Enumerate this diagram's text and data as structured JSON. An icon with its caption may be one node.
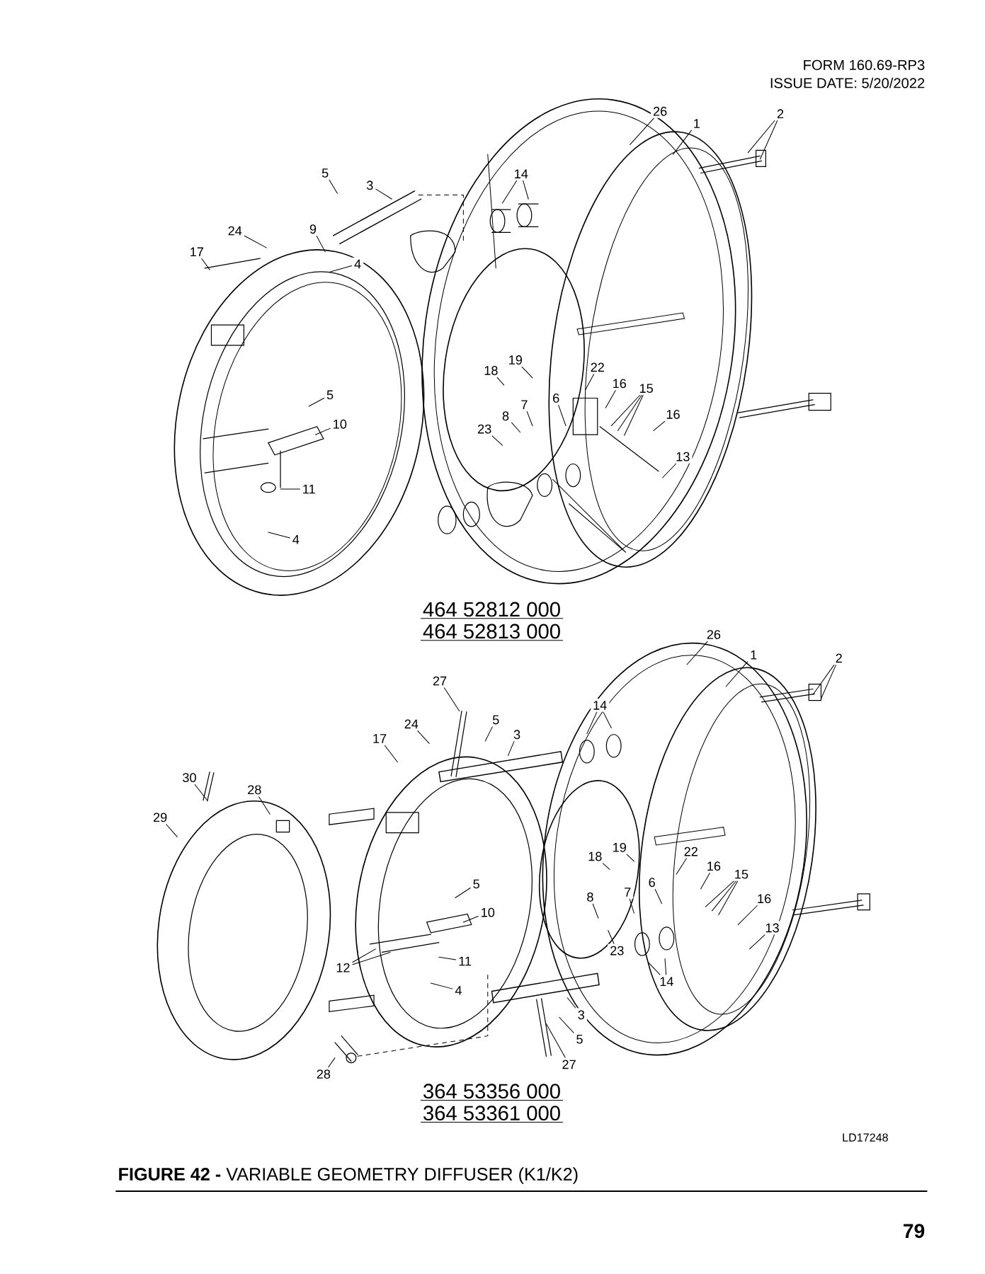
{
  "diagram": {
    "title": "**FIGURE 42 -** VARIABLE GEOMETRY DIFFUSER (K1/K2)",
    "nodes": [
      {
        "text": [
          "26"
        ]
      },
      {
        "text": [
          "1"
        ]
      },
      {
        "text": [
          "2"
        ]
      },
      {
        "text": [
          "5"
        ]
      },
      {
        "text": [
          "3"
        ]
      },
      {
        "text": [
          "14"
        ]
      },
      {
        "text": [
          "24"
        ]
      },
      {
        "text": [
          "9"
        ]
      },
      {
        "text": [
          "17"
        ]
      },
      {
        "text": [
          "4"
        ]
      },
      {
        "text": [
          "19"
        ]
      },
      {
        "text": [
          "18"
        ]
      },
      {
        "text": [
          "22"
        ]
      },
      {
        "text": [
          "16"
        ]
      },
      {
        "text": [
          "15"
        ]
      },
      {
        "text": [
          "5"
        ]
      },
      {
        "text": [
          "16"
        ]
      },
      {
        "text": [
          "7"
        ]
      },
      {
        "text": [
          "6"
        ]
      },
      {
        "text": [
          "8"
        ]
      },
      {
        "text": [
          "10"
        ]
      },
      {
        "text": [
          "23"
        ]
      },
      {
        "text": [
          "13"
        ]
      },
      {
        "text": [
          "11"
        ]
      },
      {
        "text": [
          "4"
        ]
      },
      {
        "text": [
          "26"
        ]
      },
      {
        "text": [
          "1"
        ]
      },
      {
        "text": [
          "2"
        ]
      },
      {
        "text": [
          "27"
        ]
      },
      {
        "text": [
          "14"
        ]
      },
      {
        "text": [
          "5"
        ]
      },
      {
        "text": [
          "24"
        ]
      },
      {
        "text": [
          "3"
        ]
      },
      {
        "text": [
          "17"
        ]
      },
      {
        "text": [
          "30"
        ]
      },
      {
        "text": [
          "28"
        ]
      },
      {
        "text": [
          "29"
        ]
      },
      {
        "text": [
          "19"
        ]
      },
      {
        "text": [
          "22"
        ]
      },
      {
        "text": [
          "18"
        ]
      },
      {
        "text": [
          "16"
        ]
      },
      {
        "text": [
          "15"
        ]
      },
      {
        "text": [
          "5"
        ]
      },
      {
        "text": [
          "7"
        ]
      },
      {
        "text": [
          "6"
        ]
      },
      {
        "text": [
          "16"
        ]
      },
      {
        "text": [
          "8"
        ]
      },
      {
        "text": [
          "10"
        ]
      },
      {
        "text": [
          "13"
        ]
      },
      {
        "text": [
          "23"
        ]
      },
      {
        "text": [
          "12"
        ]
      },
      {
        "text": [
          "11"
        ]
      },
      {
        "text": [
          "14"
        ]
      },
      {
        "text": [
          "4"
        ]
      },
      {
        "text": [
          "3"
        ]
      },
      {
        "text": [
          "5"
        ]
      },
      {
        "text": [
          "27"
        ]
      },
      {
        "text": [
          "28"
        ]
      }
    ],
    "edges": [
      {
        "from": 0,
        "to": null,
        "arrow": "none"
      },
      {
        "from": 1,
        "to": null,
        "arrow": "none"
      },
      {
        "from": 2,
        "to": null,
        "arrow": "none"
      },
      {
        "from": 2,
        "to": null,
        "arrow": "none"
      },
      {
        "from": 3,
        "to": null,
        "arrow": "none"
      },
      {
        "from": 4,
        "to": null,
        "arrow": "none"
      },
      {
        "from": 5,
        "to": null,
        "arrow": "none"
      },
      {
        "from": 5,
        "to": null,
        "arrow": "none"
      },
      {
        "from": 6,
        "to": null,
        "arrow": "none"
      },
      {
        "from": 7,
        "to": null,
        "arrow": "none"
      },
      {
        "from": 8,
        "to": null,
        "arrow": "none"
      },
      {
        "from": 9,
        "to": null,
        "arrow": "none"
      },
      {
        "from": 10,
        "to": null,
        "arrow": "none"
      },
      {
        "from": 11,
        "to": null,
        "arrow": "none"
      },
      {
        "from": 12,
        "to": null,
        "arrow": "none"
      },
      {
        "from": 13,
        "to": null,
        "arrow": "none"
      },
      {
        "from": 14,
        "to": null,
        "arrow": "none"
      },
      {
        "from": 14,
        "to": null,
        "arrow": "none"
      },
      {
        "from": 14,
        "to": null,
        "arrow": "none"
      },
      {
        "from": 15,
        "to": null,
        "arrow": "none"
      },
      {
        "from": 16,
        "to": null,
        "arrow": "none"
      },
      {
        "from": 17,
        "to": null,
        "arrow": "none"
      },
      {
        "from": 18,
        "to": null,
        "arrow": "none"
      },
      {
        "from": 19,
        "to": null,
        "arrow": "none"
      },
      {
        "from": 20,
        "to": null,
        "arrow": "none"
      },
      {
        "from": 21,
        "to": null,
        "arrow": "none"
      },
      {
        "from": 22,
        "to": null,
        "arrow": "none"
      },
      {
        "from": 23,
        "to": null,
        "arrow": "none"
      },
      {
        "from": 24,
        "to": null,
        "arrow": "none"
      },
      {
        "from": 25,
        "to": null,
        "arrow": "none"
      },
      {
        "from": 26,
        "to": null,
        "arrow": "none"
      },
      {
        "from": 27,
        "to": null,
        "arrow": "none"
      },
      {
        "from": 27,
        "to": null,
        "arrow": "none"
      },
      {
        "from": 28,
        "to": null,
        "arrow": "none"
      },
      {
        "from": 29,
        "to": null,
        "arrow": "none"
      },
      {
        "from": 29,
        "to": null,
        "arrow": "none"
      },
      {
        "from": 30,
        "to": null,
        "arrow": "none"
      },
      {
        "from": 31,
        "to": null,
        "arrow": "none"
      },
      {
        "from": 32,
        "to": null,
        "arrow": "none"
      },
      {
        "from": 33,
        "to": null,
        "arrow": "none"
      },
      {
        "from": 34,
        "to": null,
        "arrow": "none"
      },
      {
        "from": 35,
        "to": null,
        "arrow": "none"
      },
      {
        "from": 36,
        "to": null,
        "arrow": "none"
      },
      {
        "from": 37,
        "to": null,
        "arrow": "none"
      },
      {
        "from": 38,
        "to": null,
        "arrow": "none"
      },
      {
        "from": 39,
        "to": null,
        "arrow": "none"
      },
      {
        "from": 40,
        "to": null,
        "arrow": "none"
      },
      {
        "from": 41,
        "to": null,
        "arrow": "none"
      },
      {
        "from": 41,
        "to": null,
        "arrow": "none"
      },
      {
        "from": 41,
        "to": null,
        "arrow": "none"
      },
      {
        "from": 42,
        "to": null,
        "arrow": "none"
      },
      {
        "from": 43,
        "to": null,
        "arrow": "none"
      },
      {
        "from": 44,
        "to": null,
        "arrow": "none"
      },
      {
        "from": 45,
        "to": null,
        "arrow": "none"
      },
      {
        "from": 46,
        "to": null,
        "arrow": "none"
      },
      {
        "from": 47,
        "to": null,
        "arrow": "none"
      },
      {
        "from": 48,
        "to": null,
        "arrow": "none"
      },
      {
        "from": 49,
        "to": null,
        "arrow": "none"
      },
      {
        "from": 50,
        "to": null,
        "arrow": "none"
      },
      {
        "from": 50,
        "to": null,
        "arrow": "none"
      },
      {
        "from": 51,
        "to": null,
        "arrow": "none"
      },
      {
        "from": 52,
        "to": null,
        "arrow": "none"
      },
      {
        "from": 52,
        "to": null,
        "arrow": "none"
      },
      {
        "from": 53,
        "to": null,
        "arrow": "none"
      },
      {
        "from": 54,
        "to": null,
        "arrow": "none"
      },
      {
        "from": 55,
        "to": null,
        "arrow": "none"
      },
      {
        "from": 56,
        "to": null,
        "arrow": "none"
      },
      {
        "from": 57,
        "to": null,
        "arrow": "none"
      }
    ],
    "labels": [
      "FORM 160.69-RP3",
      "ISSUE DATE: 5/20/2022",
      "464 52812 000",
      "464 52813 000",
      "364 53356 000",
      "364 53361 000",
      "LD17248",
      "79"
    ]
  }
}
